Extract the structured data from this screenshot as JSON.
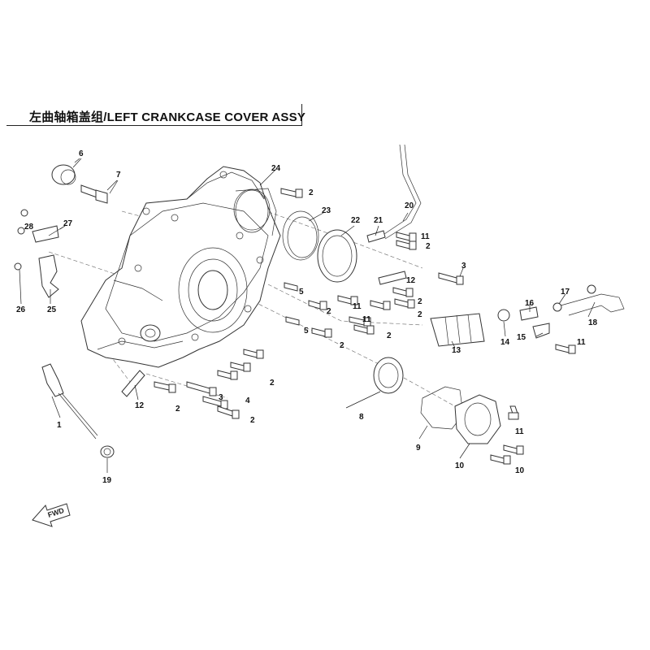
{
  "title": "左曲轴箱盖组/LEFT CRANKCASE COVER ASSY",
  "fwd_label": "FWD",
  "callouts": [
    "1",
    "2",
    "3",
    "4",
    "5",
    "6",
    "7",
    "8",
    "9",
    "10",
    "11",
    "12",
    "13",
    "14",
    "15",
    "16",
    "17",
    "18",
    "19",
    "20",
    "21",
    "22",
    "23",
    "24",
    "25",
    "26",
    "27",
    "28"
  ]
}
